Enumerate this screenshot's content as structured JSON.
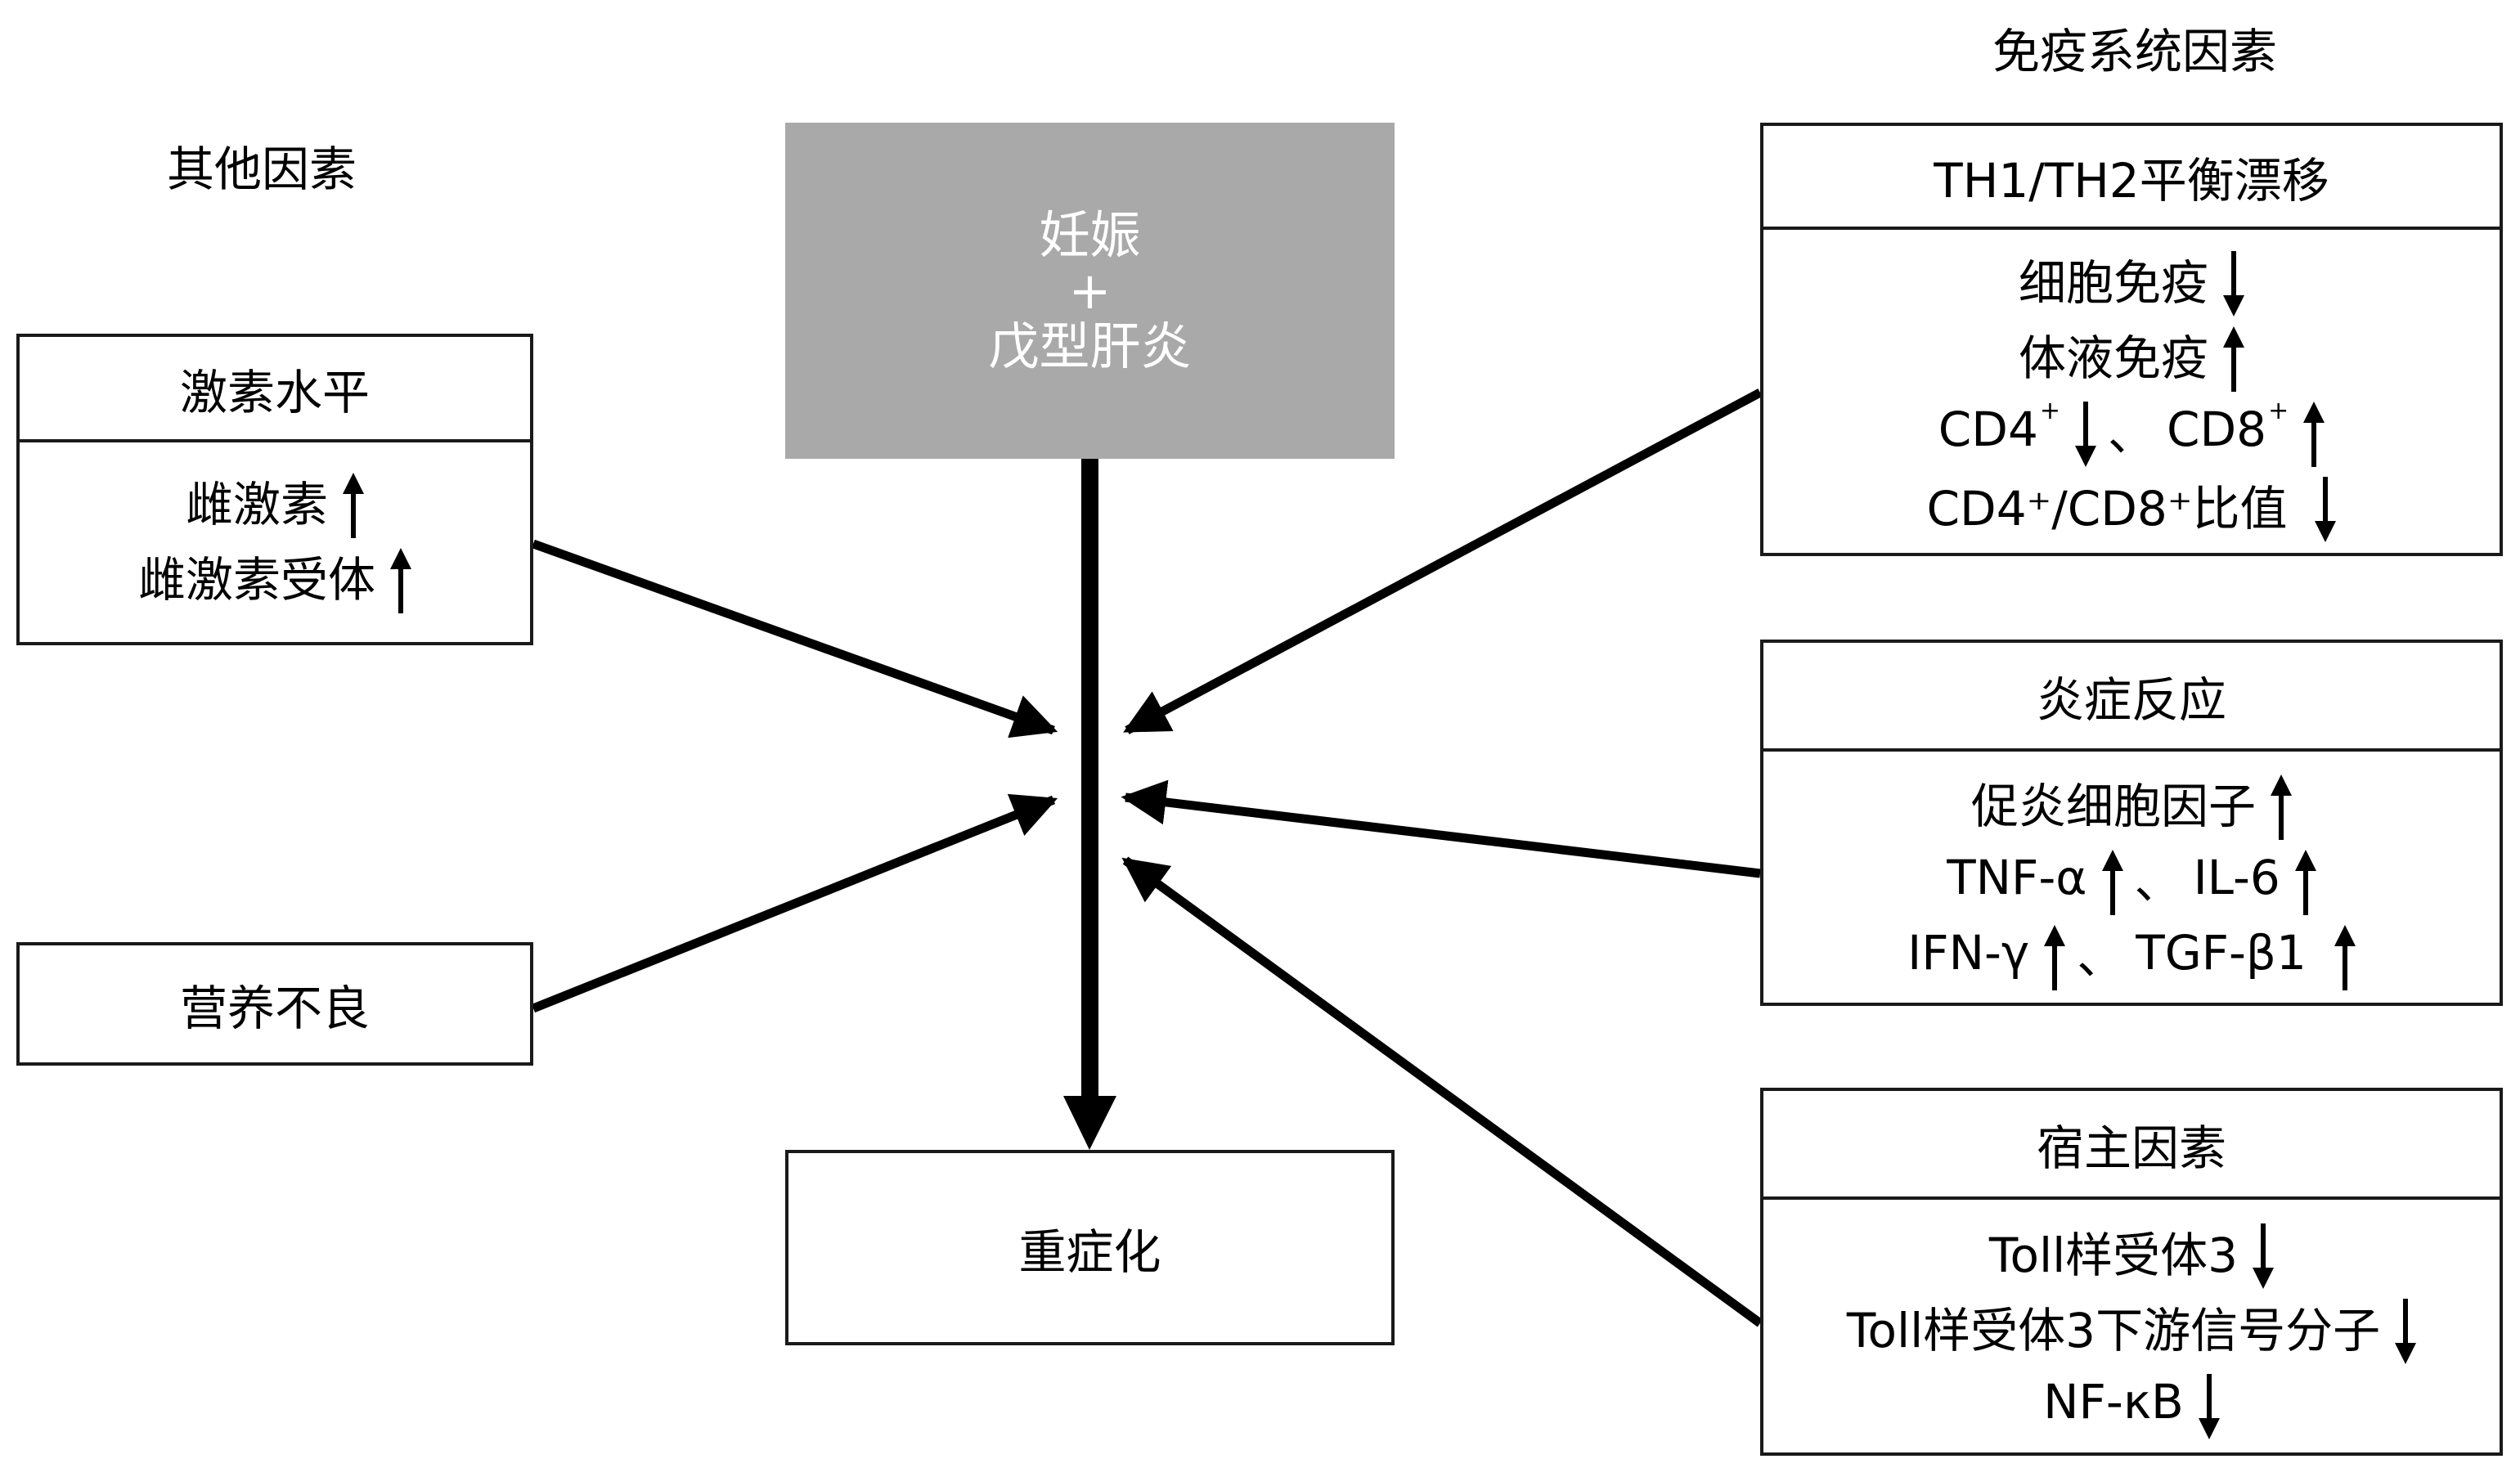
{
  "diagram": {
    "left_group_title": "其他因素",
    "right_group_title": "免疫系统因素",
    "center": {
      "line1": "妊娠",
      "plus": "+",
      "line2": "戊型肝炎",
      "fill_color": "#a9a9a9",
      "text_color": "#ffffff"
    },
    "outcome": "重症化",
    "left_boxes": [
      {
        "title": "激素水平",
        "items": [
          {
            "text": "雌激素",
            "direction": "up"
          },
          {
            "text": "雌激素受体",
            "direction": "up"
          }
        ]
      },
      {
        "title": "营养不良",
        "items": []
      }
    ],
    "right_boxes": [
      {
        "title": "TH1/TH2平衡漂移",
        "items": [
          {
            "parts": [
              {
                "text": "细胞免疫",
                "direction": "down"
              }
            ]
          },
          {
            "parts": [
              {
                "text": "体液免疫",
                "direction": "up"
              }
            ]
          },
          {
            "parts": [
              {
                "text": "CD4",
                "sup": "+",
                "direction": "down"
              },
              {
                "text": "CD8",
                "sup": "+",
                "direction": "up"
              }
            ],
            "separator": "、"
          },
          {
            "parts": [
              {
                "text": "CD4⁺/CD8⁺比值",
                "direction": "down"
              }
            ]
          }
        ]
      },
      {
        "title": "炎症反应",
        "items": [
          {
            "parts": [
              {
                "text": "促炎细胞因子",
                "direction": "up"
              }
            ]
          },
          {
            "parts": [
              {
                "text": "TNF-α",
                "direction": "up"
              },
              {
                "text": "IL-6",
                "direction": "up"
              }
            ],
            "separator": "、"
          },
          {
            "parts": [
              {
                "text": "IFN-γ",
                "direction": "up"
              },
              {
                "text": "TGF-β1",
                "direction": "up"
              }
            ],
            "separator": "、"
          }
        ]
      },
      {
        "title": "宿主因素",
        "items": [
          {
            "parts": [
              {
                "text": "Toll样受体3",
                "direction": "down"
              }
            ]
          },
          {
            "parts": [
              {
                "text": "Toll样受体3下游信号分子",
                "direction": "down"
              }
            ]
          },
          {
            "parts": [
              {
                "text": "NF-κB",
                "direction": "down"
              }
            ]
          }
        ]
      }
    ],
    "edges": [
      {
        "from": "激素水平",
        "to": "main-arrow"
      },
      {
        "from": "营养不良",
        "to": "main-arrow"
      },
      {
        "from": "TH1/TH2平衡漂移",
        "to": "main-arrow"
      },
      {
        "from": "炎症反应",
        "to": "main-arrow"
      },
      {
        "from": "宿主因素",
        "to": "main-arrow"
      },
      {
        "from": "妊娠+戊型肝炎",
        "to": "重症化"
      }
    ]
  }
}
